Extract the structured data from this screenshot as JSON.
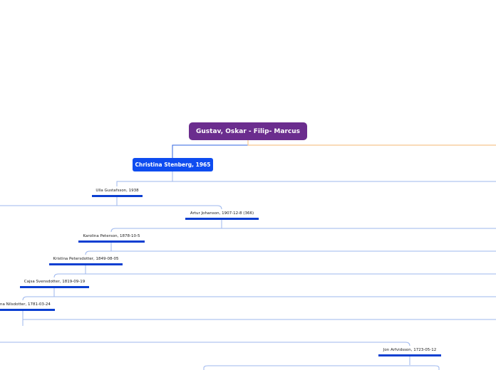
{
  "colors": {
    "root": "#6b2d8e",
    "main": "#0e4cf0",
    "underline": "#0b3fd1",
    "connector": "#9db7ee",
    "accent_line": "#f6c58e"
  },
  "map": {
    "root_topic": "Gustav, Oskar - Filip- Marcus",
    "main_topic": "Christina Stenberg, 1965",
    "nodes": [
      "Ulla Gustafsson, 1938",
      "Artur Johanson, 1907-12-8 (366)",
      "Karolina Peterson, 1878-10-5",
      "Kristina Petersdotter, 1849-08-05",
      "Cajsa Svensdotter, 1819-09-19",
      "na Nilsdotter, 1781-03-24",
      "Jon Arfvidsson, 1723-05-12"
    ]
  }
}
